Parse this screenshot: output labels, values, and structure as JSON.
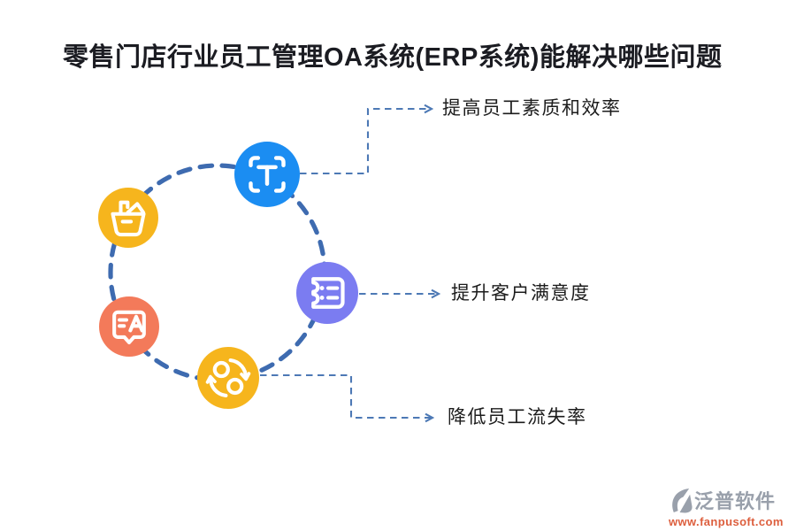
{
  "title": "零售门店行业员工管理OA系统(ERP系统)能解决哪些问题",
  "diagram": {
    "ring_color": "#3e6bb0",
    "connector_color": "#4d79b5",
    "nodes": [
      {
        "name": "text-scan",
        "color": "#1b8df2"
      },
      {
        "name": "shopping-basket",
        "color": "#f6b51d"
      },
      {
        "name": "translate-chat",
        "color": "#f37a5a"
      },
      {
        "name": "ticket",
        "color": "#7b7cf1"
      },
      {
        "name": "sync",
        "color": "#f6b51d"
      }
    ],
    "labels": [
      {
        "text": "提高员工素质和效率"
      },
      {
        "text": "提升客户满意度"
      },
      {
        "text": "降低员工流失率"
      }
    ]
  },
  "footer": {
    "brand": "泛普软件",
    "url": "www.fanpusoft.com",
    "brand_color": "#99a0ab",
    "url_color": "#dd5f3e"
  }
}
